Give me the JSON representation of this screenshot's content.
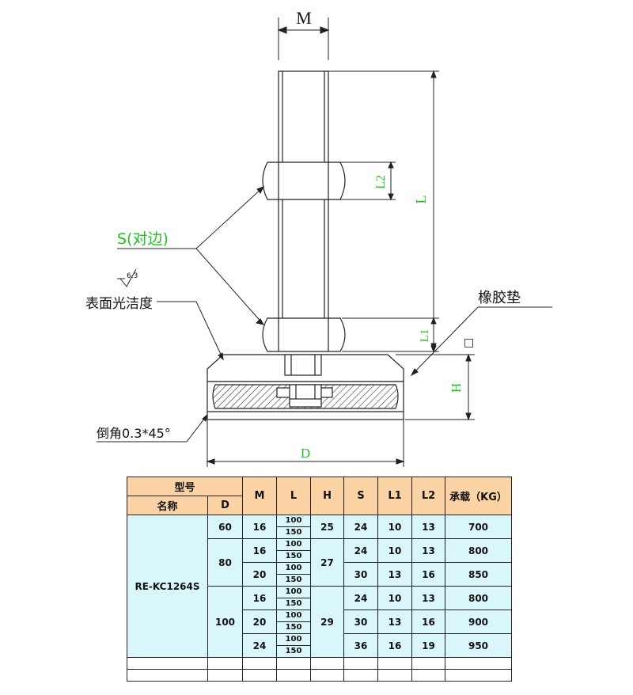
{
  "drawing": {
    "labels": {
      "m": "M",
      "l": "L",
      "l1": "L1",
      "l2": "L2",
      "h": "H",
      "d": "D",
      "s": "S(对边)",
      "pad": "橡胶垫",
      "finish": "表面光洁度",
      "finish_value": "6.3",
      "chamfer": "倒角0.3*45°",
      "box": "□"
    },
    "colors": {
      "dimension": "#21c121",
      "line": "#222222",
      "header_bg": "#fbd3a4",
      "body_bg": "#d9f6fb"
    }
  },
  "table": {
    "headers": {
      "model": "型号",
      "name": "名称",
      "d": "D",
      "m": "M",
      "l": "L",
      "h": "H",
      "s": "S",
      "l1": "L1",
      "l2": "L2",
      "load": "承载（KG）"
    },
    "model_name": "RE-KC1264S",
    "rows": [
      {
        "d": "60",
        "m": "16",
        "l_a": "100",
        "l_b": "150",
        "h": "25",
        "s": "24",
        "l1": "10",
        "l2": "13",
        "load": "700"
      },
      {
        "d": "80",
        "m": "16",
        "l_a": "100",
        "l_b": "150",
        "h": "27",
        "s": "24",
        "l1": "10",
        "l2": "13",
        "load": "800"
      },
      {
        "d": "",
        "m": "20",
        "l_a": "100",
        "l_b": "150",
        "h": "",
        "s": "30",
        "l1": "13",
        "l2": "16",
        "load": "850"
      },
      {
        "d": "100",
        "m": "16",
        "l_a": "100",
        "l_b": "150",
        "h": "29",
        "s": "24",
        "l1": "10",
        "l2": "13",
        "load": "800"
      },
      {
        "d": "",
        "m": "20",
        "l_a": "100",
        "l_b": "150",
        "h": "",
        "s": "30",
        "l1": "13",
        "l2": "16",
        "load": "900"
      },
      {
        "d": "",
        "m": "24",
        "l_a": "100",
        "l_b": "150",
        "h": "",
        "s": "36",
        "l1": "16",
        "l2": "19",
        "load": "950"
      }
    ]
  }
}
